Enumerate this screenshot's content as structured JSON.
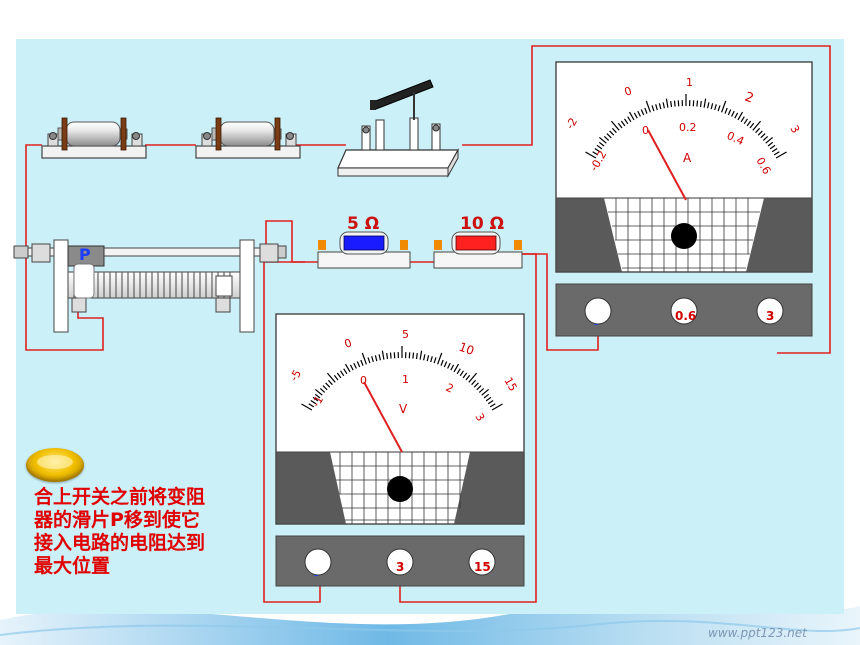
{
  "colors": {
    "panel_bg": "#ccf0f8",
    "wire": "#e02020",
    "resistor_5": "#1b1bff",
    "resistor_10": "#ff2020",
    "caption": "#e00000",
    "terminal_orange": "#f08a00",
    "scale_text": "#d00000",
    "label_blue": "#1a3cff"
  },
  "resistors": {
    "r1_label": "5 Ω",
    "r2_label": "10 Ω"
  },
  "rheostat": {
    "slider_label": "P"
  },
  "ammeter": {
    "unit": "A",
    "top_scale": [
      "-2",
      "0",
      "1",
      "2",
      "3"
    ],
    "bottom_scale": [
      "-0.2",
      "0",
      "0.2",
      "0.4",
      "0.6"
    ],
    "terminals": [
      "-",
      "0.6",
      "3"
    ]
  },
  "voltmeter": {
    "unit": "V",
    "top_scale": [
      "-5",
      "0",
      "5",
      "10",
      "15"
    ],
    "bottom_scale": [
      "-1",
      "0",
      "1",
      "2",
      "3"
    ],
    "terminals": [
      "-",
      "3",
      "15"
    ]
  },
  "caption": {
    "lines": [
      "合上开关之前将变阻",
      "器的滑片P移到使它",
      "接入电路的电阻达到",
      "最大位置"
    ]
  },
  "watermark": "www.ppt123.net",
  "icons": {
    "hint": "gold-oval-button-icon"
  }
}
